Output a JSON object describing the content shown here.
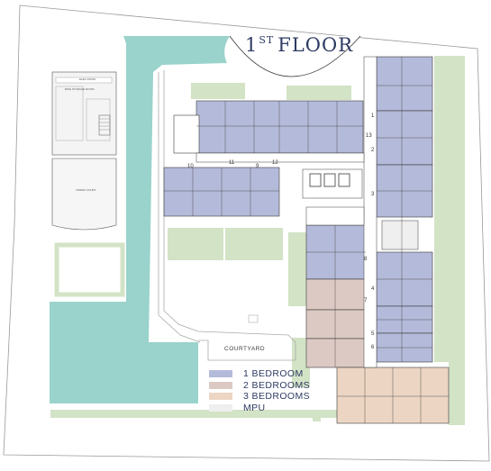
{
  "title": {
    "main": "1",
    "sup": "ST",
    "rest": "FLOOR"
  },
  "courtyard": "COURTYARD",
  "legend": [
    {
      "label": "1 BEDROOM",
      "color": "#b4bad9"
    },
    {
      "label": "2 BEDROOMS",
      "color": "#dcc9c3"
    },
    {
      "label": "3 BEDROOMS",
      "color": "#ecd6c3"
    },
    {
      "label": "MPU",
      "color": "#efefef"
    }
  ],
  "colors": {
    "water": "#99d3cb",
    "green": "#d3e3c6",
    "one_bed": "#b4bad9",
    "two_bed": "#dcc9c3",
    "three_bed": "#ecd6c3",
    "wall": "#3a3a3a"
  },
  "unit_numbers": [
    "13",
    "12",
    "11",
    "10",
    "9",
    "1",
    "2",
    "3",
    "4",
    "5",
    "6",
    "7",
    "8"
  ],
  "outbuilding": {
    "top_label": "ELEC ROOM",
    "mid_label": "BIKE STORAGE ROOM",
    "lower_label": "TENNIS COURT"
  }
}
